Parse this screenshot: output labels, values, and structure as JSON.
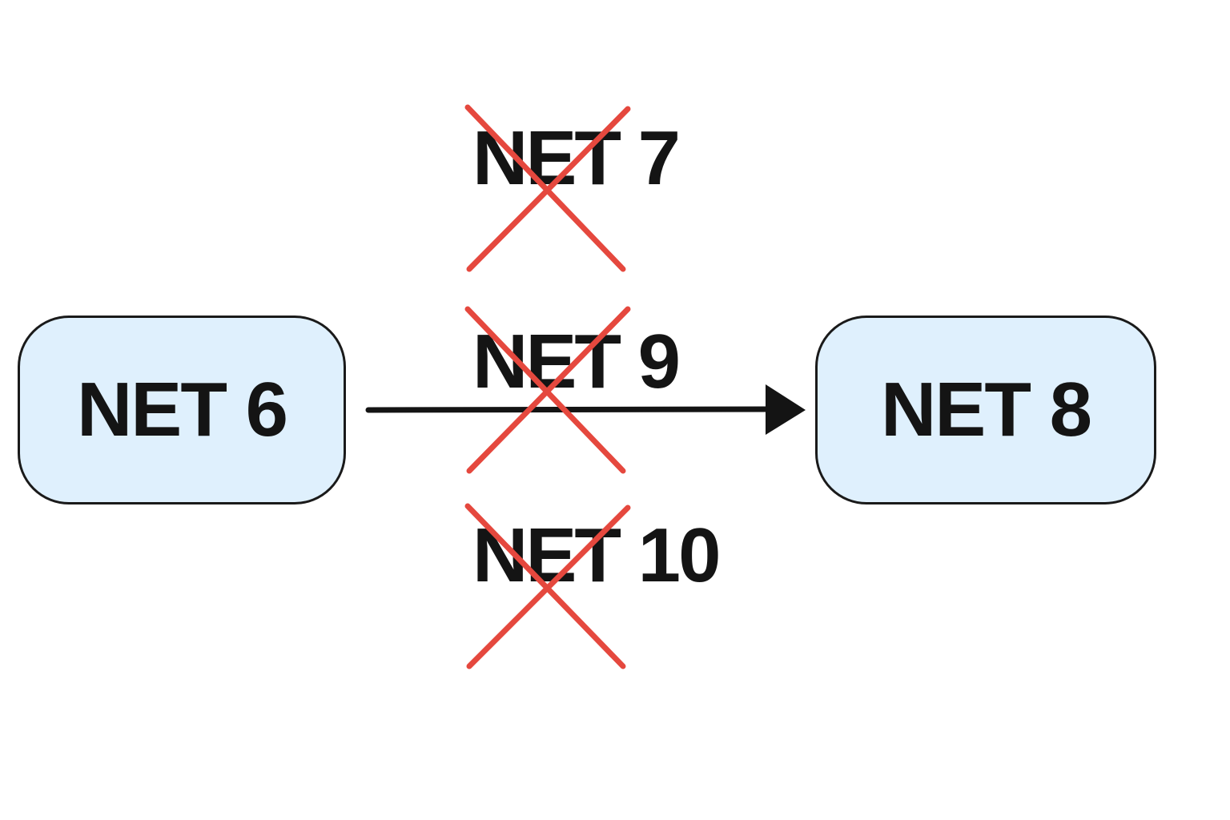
{
  "nodes": {
    "source": {
      "label": "NET 6",
      "fill": "#dff0fd"
    },
    "target": {
      "label": "NET 8",
      "fill": "#dff0fd"
    }
  },
  "skipped": [
    {
      "label": "NET 7"
    },
    {
      "label": "NET 9"
    },
    {
      "label": "NET 10"
    }
  ],
  "colors": {
    "cross": "#e5483e",
    "arrow": "#141414"
  }
}
